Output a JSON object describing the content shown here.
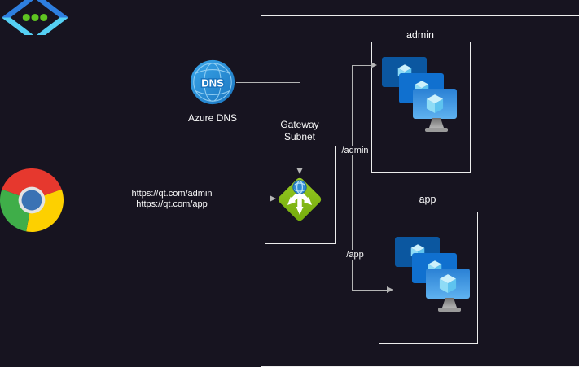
{
  "background_color": "#171420",
  "vnet": {
    "icon": "azure-virtual-network",
    "border_color": "#ededed"
  },
  "browser": {
    "icon": "chrome-browser",
    "urls": [
      "https://qt.com/admin",
      "https://qt.com/app"
    ]
  },
  "dns": {
    "icon": "azure-dns-globe",
    "icon_text": "DNS",
    "label": "Azure DNS"
  },
  "gateway": {
    "icon": "azure-application-gateway",
    "label_line1": "Gateway",
    "label_line2": "Subnet"
  },
  "routes": {
    "admin": "/admin",
    "app": "/app"
  },
  "groups": {
    "admin": "admin",
    "app": "app"
  },
  "colors": {
    "connector": "#b5b5b5",
    "box_border": "#ededed",
    "text": "#fafafa",
    "gateway_green": "#86bd14",
    "dns_blue": "#2a8ad0",
    "vm_blue_back": "#0b57a0",
    "vm_blue_mid": "#1070cf",
    "vm_blue_front": "#3c96e8",
    "vnet_bracket_blue": "#2e7fe0",
    "vnet_bracket_cyan": "#55d0f4",
    "vnet_dot_green": "#5fc421",
    "chrome_red": "#e6382e",
    "chrome_green": "#3fae49",
    "chrome_yellow": "#fdd000",
    "chrome_blue": "#3a72b4"
  }
}
